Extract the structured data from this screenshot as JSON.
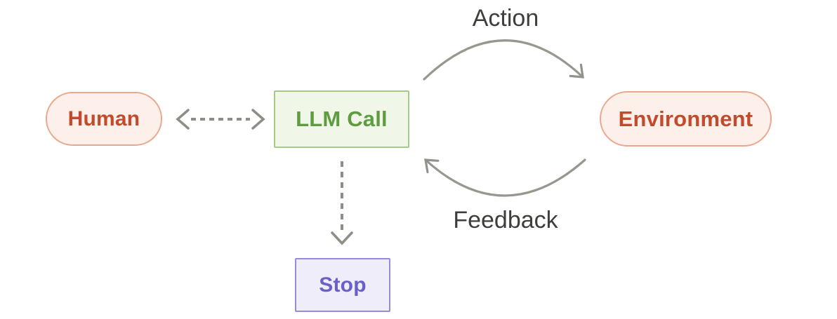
{
  "diagram": {
    "description": "Agent loop diagram",
    "nodes": {
      "human": {
        "label": "Human",
        "shape": "pill",
        "text_color": "#c24b2d",
        "border_color": "#e9a88d",
        "fill_color": "#fdf0ea"
      },
      "llm_call": {
        "label": "LLM Call",
        "shape": "rectangle",
        "text_color": "#5f9c3f",
        "border_color": "#a5c987",
        "fill_color": "#f0f6e8"
      },
      "environment": {
        "label": "Environment",
        "shape": "pill",
        "text_color": "#c24b2d",
        "border_color": "#e9a88d",
        "fill_color": "#fdf0ea"
      },
      "stop": {
        "label": "Stop",
        "shape": "rectangle",
        "text_color": "#6a5ec9",
        "border_color": "#958bd9",
        "fill_color": "#efedfa"
      }
    },
    "edges": {
      "action": {
        "label": "Action",
        "from": "llm_call",
        "to": "environment",
        "style": "solid-curved-arrow"
      },
      "feedback": {
        "label": "Feedback",
        "from": "environment",
        "to": "llm_call",
        "style": "solid-curved-arrow"
      },
      "human_llm": {
        "label": "",
        "from": "human",
        "to": "llm_call",
        "style": "dashed-arrow",
        "direction": "bidirectional"
      },
      "llm_stop": {
        "label": "",
        "from": "llm_call",
        "to": "stop",
        "style": "dashed-arrow",
        "direction": "unidirectional"
      }
    },
    "colors": {
      "background": "#ffffff",
      "arrow_gray": "#92928c",
      "edge_label_text": "#3e3e3a"
    }
  }
}
